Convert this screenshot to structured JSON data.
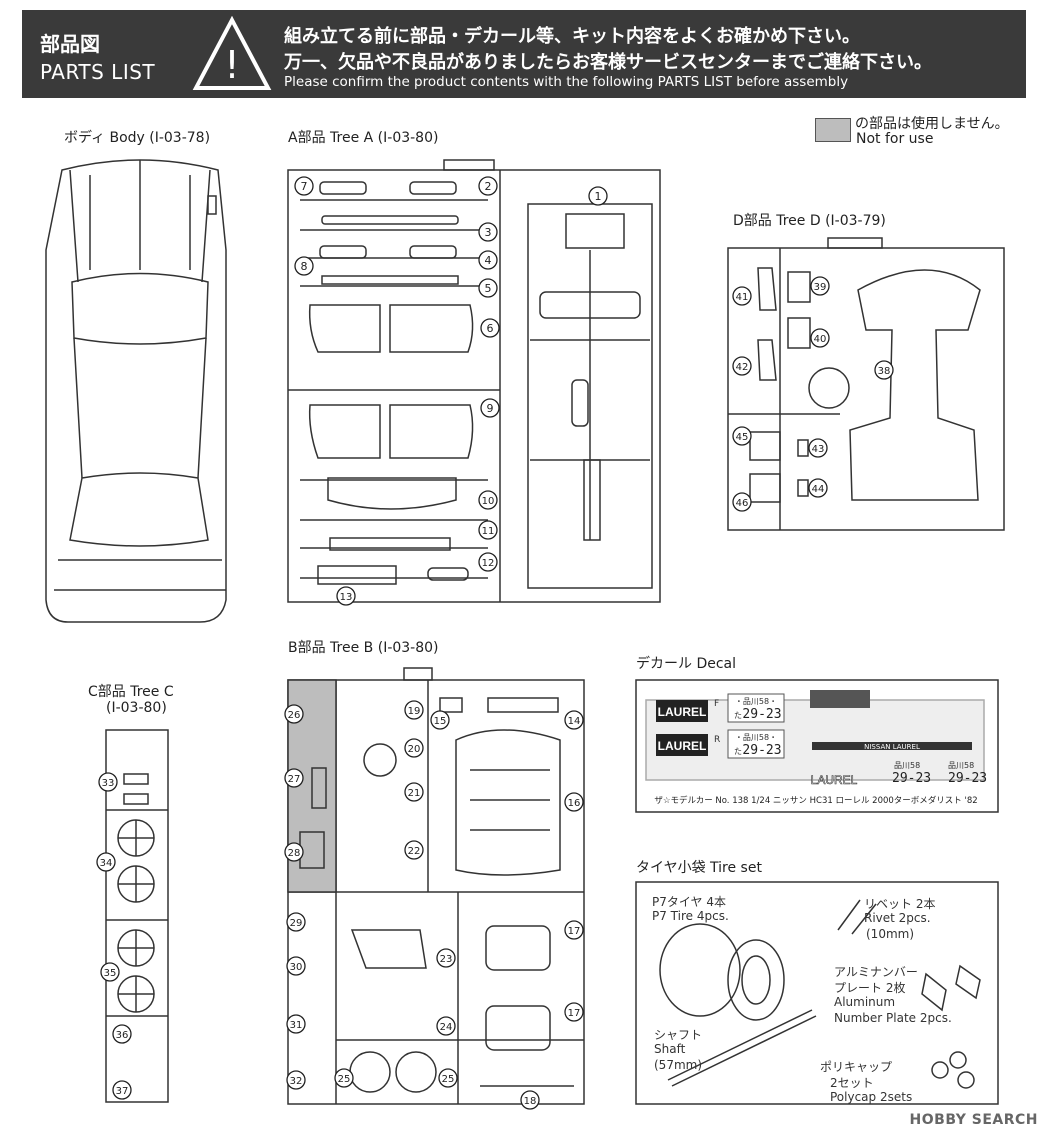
{
  "banner": {
    "title_ja": "部品図",
    "title_en": "PARTS LIST",
    "notice_1": "組み立てる前に部品・デカール等、キット内容をよくお確かめ下さい。",
    "notice_2": "万一、欠品や不良品がありましたらお客様サービスセンターまでご連絡下さい。",
    "notice_en": "Please confirm the product contents with the following PARTS LIST before assembly",
    "warning_symbol": "!"
  },
  "legend": {
    "ja": "の部品は使用しません。",
    "en": "Not for use"
  },
  "sections": {
    "body": "ボディ Body (I-03-78)",
    "tree_a": "A部品 Tree A (I-03-80)",
    "tree_d": "D部品 Tree D (I-03-79)",
    "tree_b": "B部品 Tree B (I-03-80)",
    "tree_c_1": "C部品 Tree C",
    "tree_c_2": "(I-03-80)",
    "decal": "デカール Decal",
    "tire_set": "タイヤ小袋 Tire set"
  },
  "decal": {
    "brand": "LAUREL",
    "plate_city": "・品川58・",
    "plate_number": "29-23",
    "plate_prefix": "た",
    "plate_city_2": "品川58",
    "footer": "ザ☆モデルカー No. 138 1/24 ニッサン HC31 ローレル 2000ターボメダリスト '82",
    "stripe": "NISSAN   LAUREL",
    "letter_f": "F",
    "letter_r": "R",
    "logo_small": "LAUREL"
  },
  "tire_set": {
    "tire_ja": "P7タイヤ 4本",
    "tire_en": "P7 Tire 4pcs.",
    "rivet_ja": "リベット 2本",
    "rivet_en": "Rivet 2pcs.",
    "rivet_size": "(10mm)",
    "plate_ja_1": "アルミナンバー",
    "plate_ja_2": "プレート 2枚",
    "plate_en_1": "Aluminum",
    "plate_en_2": "Number Plate 2pcs.",
    "shaft_ja": "シャフト",
    "shaft_en": "Shaft",
    "shaft_size": "(57mm)",
    "polycap_ja": "ポリキャップ",
    "polycap_count": "2セット",
    "polycap_en": "Polycap 2sets"
  },
  "watermark": "HOBBY SEARCH",
  "parts": {
    "tree_a": [
      "7",
      "2",
      "3",
      "8",
      "4",
      "5",
      "6",
      "9",
      "10",
      "11",
      "12",
      "13",
      "1"
    ],
    "tree_d": [
      "41",
      "39",
      "40",
      "42",
      "38",
      "45",
      "43",
      "46",
      "44"
    ],
    "tree_b": [
      "26",
      "27",
      "28",
      "19",
      "15",
      "14",
      "20",
      "21",
      "16",
      "22",
      "29",
      "30",
      "31",
      "32",
      "23",
      "24",
      "25",
      "25",
      "17",
      "17",
      "18"
    ],
    "tree_c": [
      "33",
      "34",
      "35",
      "36",
      "37"
    ]
  }
}
